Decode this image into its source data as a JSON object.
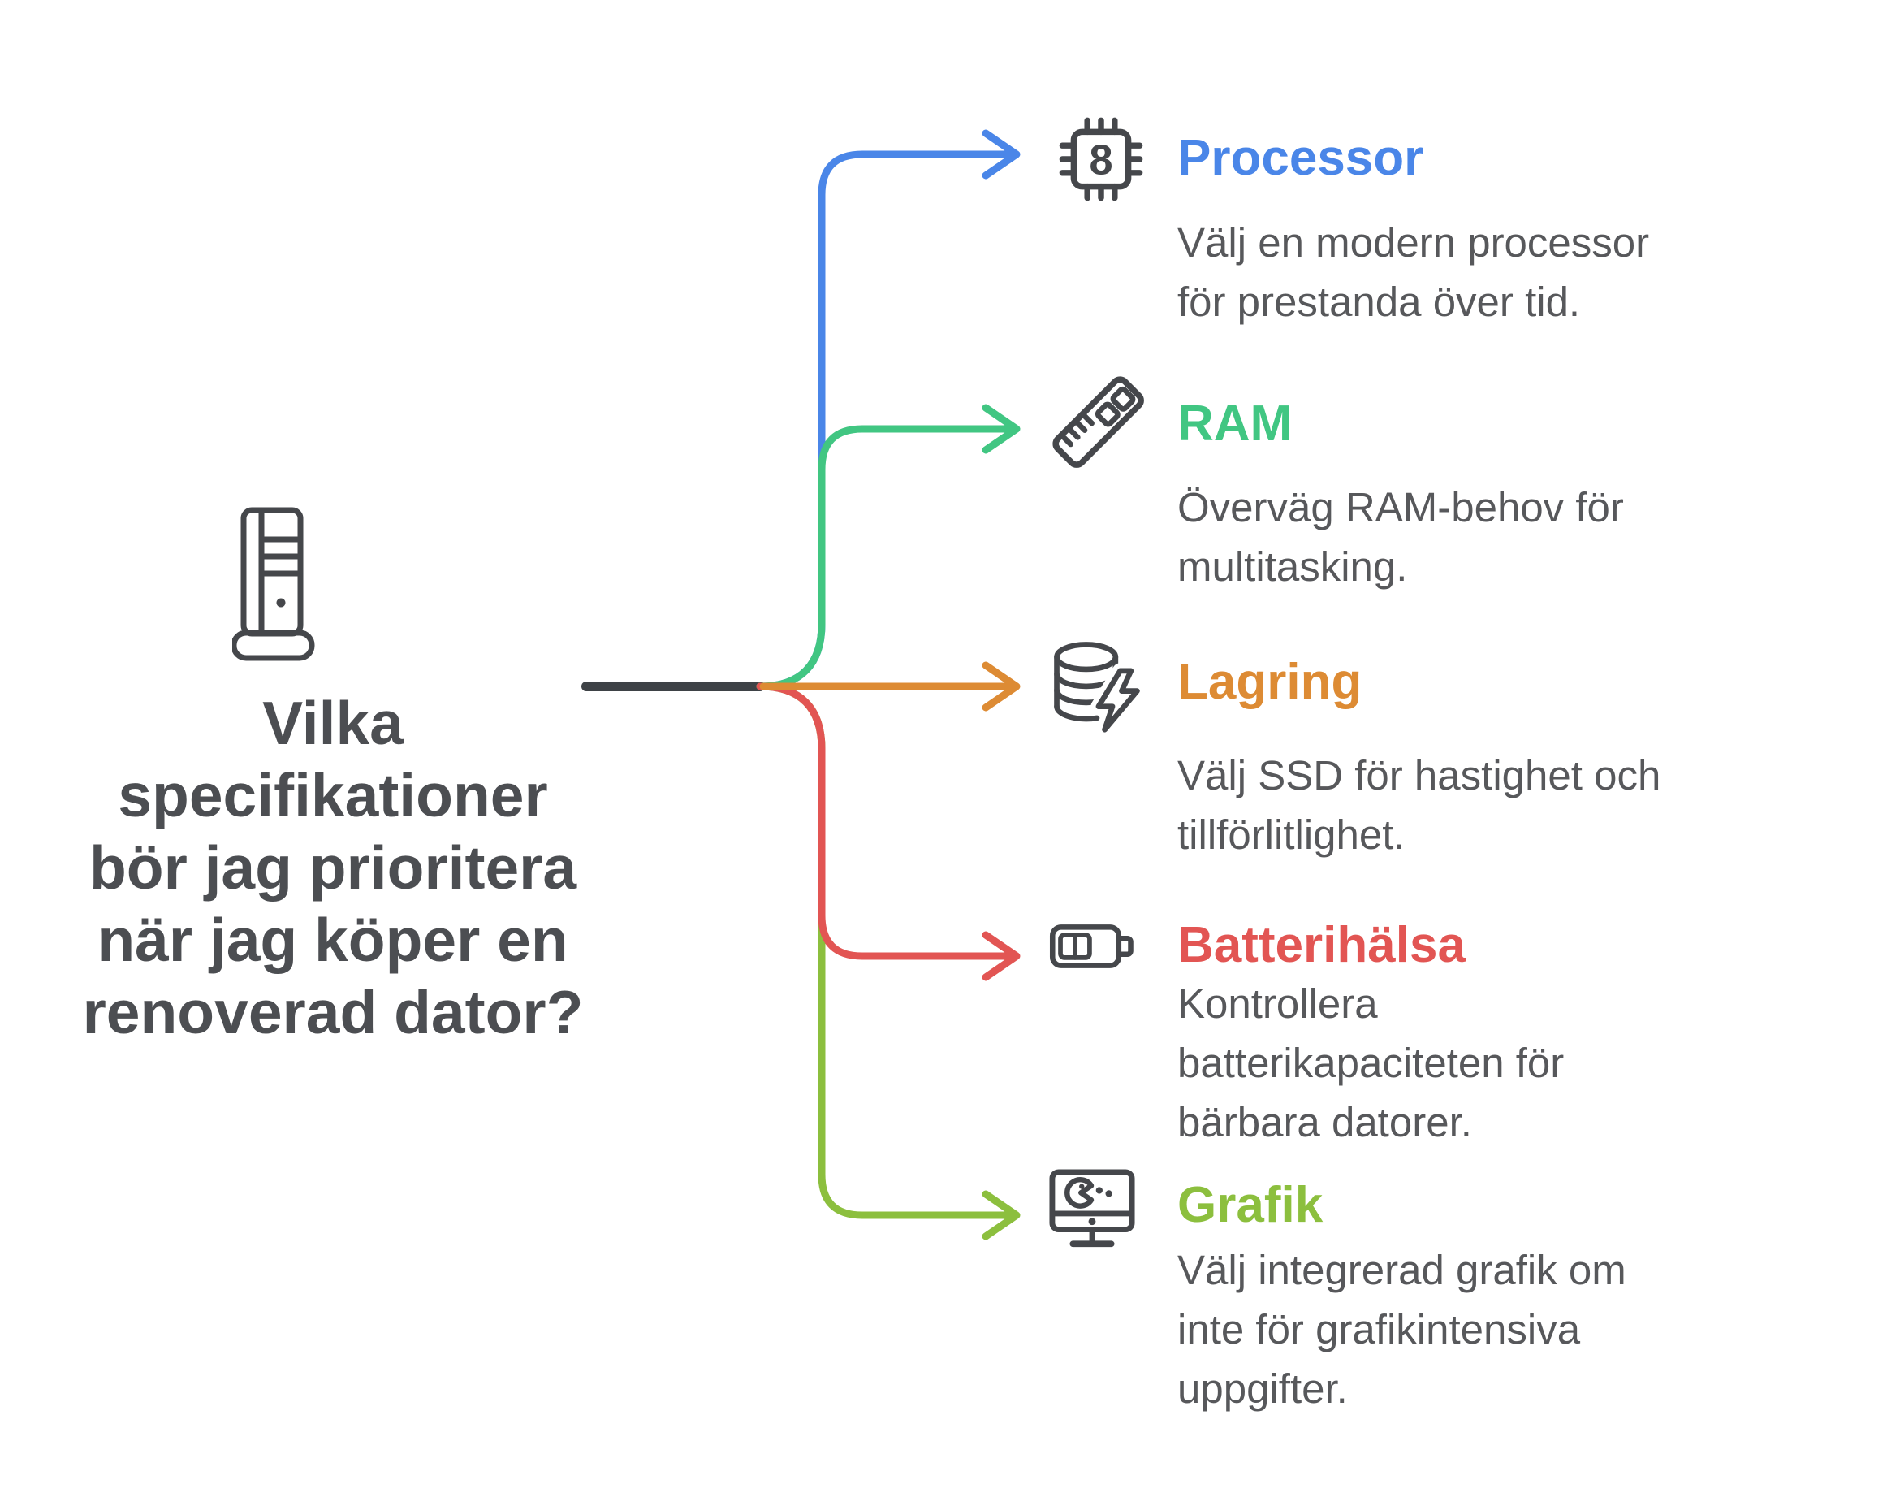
{
  "colors": {
    "dark_line": "#3E4246",
    "icon_stroke": "#45474B",
    "title_text": "#4C4E52",
    "description_text": "#57585B",
    "background": "#FFFFFF"
  },
  "center": {
    "title": "Vilka\nspecifikationer\nbör jag prioritera\nnär jag köper en\nrenoverad dator?",
    "icon": "computer-tower-icon"
  },
  "branches": [
    {
      "label": "Processor",
      "color": "#4A86E8",
      "icon": "cpu-chip-icon",
      "icon_label": "8",
      "description": "Välj en modern processor\nför prestanda över tid."
    },
    {
      "label": "RAM",
      "color": "#41C682",
      "icon": "ram-stick-icon",
      "description": "Överväg RAM-behov för\nmultitasking."
    },
    {
      "label": "Lagring",
      "color": "#DD8B34",
      "icon": "storage-database-icon",
      "description": "Välj SSD för hastighet och\ntillförlitlighet."
    },
    {
      "label": "Batterihälsa",
      "color": "#E25553",
      "icon": "battery-icon",
      "description": "Kontrollera\nbatterikapaciteten för\nbärbara datorer."
    },
    {
      "label": "Grafik",
      "color": "#8CBF3E",
      "icon": "graphics-monitor-icon",
      "description": "Välj integrerad grafik om\ninte för grafikintensiva\nuppgifter."
    }
  ]
}
